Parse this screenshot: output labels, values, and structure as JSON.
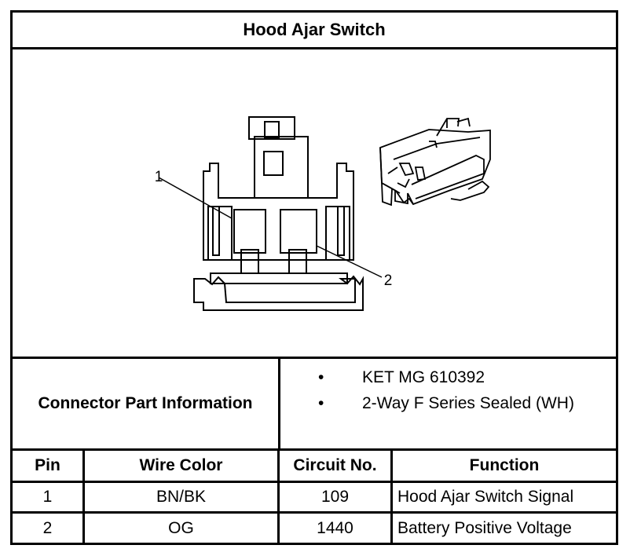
{
  "title": "Hood Ajar Switch",
  "drawing": {
    "callouts": [
      "1",
      "2"
    ]
  },
  "part_info": {
    "label": "Connector Part Information",
    "items": [
      "KET MG 610392",
      "2-Way F Series Sealed (WH)"
    ],
    "bullet": "•"
  },
  "pin_table": {
    "headers": [
      "Pin",
      "Wire Color",
      "Circuit No.",
      "Function"
    ],
    "rows": [
      [
        "1",
        "BN/BK",
        "109",
        "Hood Ajar Switch Signal"
      ],
      [
        "2",
        "OG",
        "1440",
        "Battery Positive Voltage"
      ]
    ]
  }
}
